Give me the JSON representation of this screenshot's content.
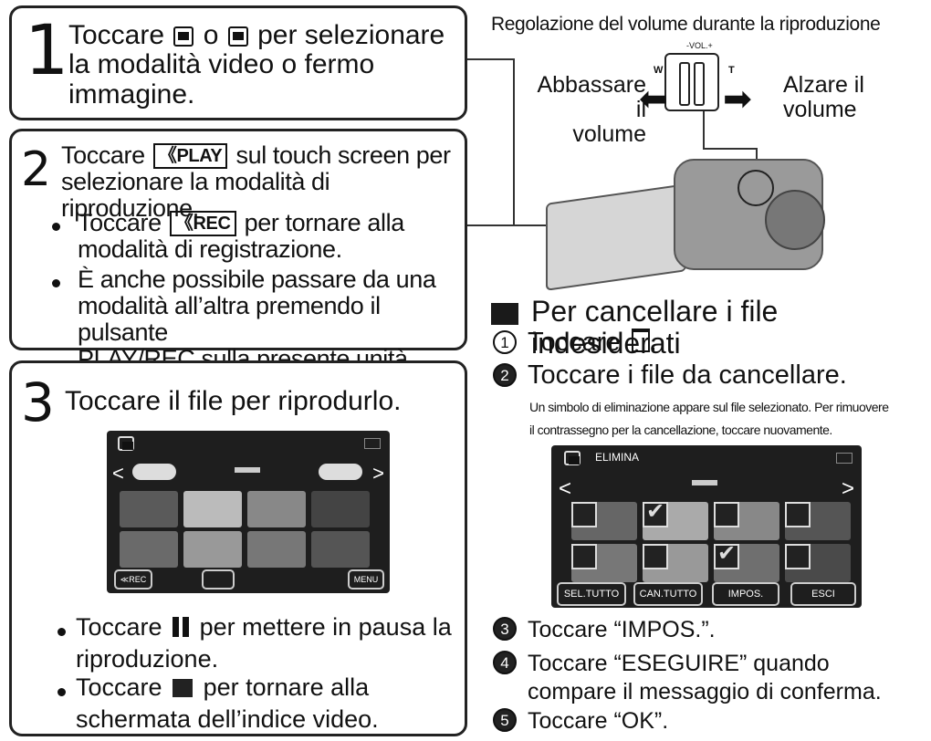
{
  "step1": {
    "number": "1",
    "line1_a": "Toccare",
    "line1_b": "o",
    "line1_c": "per selezionare",
    "line2": "la modalità video o fermo",
    "line3": "immagine."
  },
  "step2": {
    "number": "2",
    "line1_a": "Toccare",
    "play_key": "《PLAY",
    "line1_b": "sul touch screen per",
    "line2": "selezionare la modalità di riproduzione.",
    "bullet1_a": "Toccare",
    "rec_key": "《REC",
    "bullet1_b": "per tornare alla",
    "bullet1_c": "modalità di registrazione.",
    "bullet2_a": "È anche possibile passare da una",
    "bullet2_b": "modalità all’altra premendo il pulsante",
    "bullet2_c": "PLAY/REC sulla presente unità."
  },
  "step3": {
    "number": "3",
    "title": "Toccare il file per riprodurlo.",
    "bullet1_a": "Toccare",
    "bullet1_b": "per mettere in pausa la",
    "bullet1_c": "riproduzione.",
    "bullet2_a": "Toccare",
    "bullet2_b": "per tornare alla",
    "bullet2_c": "schermata dell’indice video."
  },
  "volume": {
    "title": "Regolazione del volume durante la riproduzione",
    "dial_label": "-VOL.+",
    "w": "W",
    "t": "T",
    "down_a": "Abbassare il",
    "down_b": "volume",
    "up_a": "Alzare il",
    "up_b": "volume"
  },
  "delete": {
    "title": "Per cancellare i file indesiderati",
    "s1_num": "1",
    "s1": "Toccare",
    "s2_num": "2",
    "s2": "Toccare i file da cancellare.",
    "note1": "Un simbolo di eliminazione appare sul file selezionato. Per rimuovere",
    "note2": "il contrassegno per la cancellazione, toccare nuovamente.",
    "screen_title": "ELIMINA",
    "btn_sel": "SEL.TUTTO",
    "btn_can": "CAN.TUTTO",
    "btn_impos": "IMPOS.",
    "btn_esci": "ESCI",
    "s3_num": "3",
    "s3": "Toccare “IMPOS.”.",
    "s4_num": "4",
    "s4_a": "Toccare “ESEGUIRE” quando",
    "s4_b": "compare il messaggio di conferma.",
    "s5_num": "5",
    "s5": "Toccare “OK”."
  },
  "shot1": {
    "rec_btn": "≪REC",
    "menu_btn": "MENU"
  }
}
